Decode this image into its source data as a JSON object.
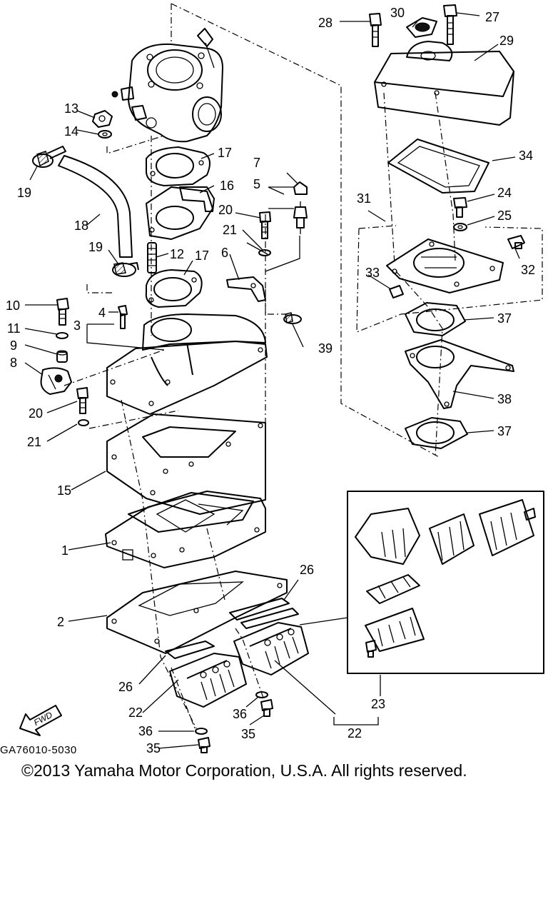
{
  "diagram": {
    "code": "GA76010-5030",
    "copyright": "©2013 Yamaha Motor Corporation, U.S.A. All rights reserved.",
    "fwd_label": "FWD",
    "callouts": [
      {
        "id": "c1",
        "label": "1"
      },
      {
        "id": "c2",
        "label": "2"
      },
      {
        "id": "c3",
        "label": "3"
      },
      {
        "id": "c4",
        "label": "4"
      },
      {
        "id": "c5",
        "label": "5"
      },
      {
        "id": "c6",
        "label": "6"
      },
      {
        "id": "c7",
        "label": "7"
      },
      {
        "id": "c8",
        "label": "8"
      },
      {
        "id": "c9",
        "label": "9"
      },
      {
        "id": "c10",
        "label": "10"
      },
      {
        "id": "c11",
        "label": "11"
      },
      {
        "id": "c12",
        "label": "12"
      },
      {
        "id": "c13",
        "label": "13"
      },
      {
        "id": "c14",
        "label": "14"
      },
      {
        "id": "c15",
        "label": "15"
      },
      {
        "id": "c16",
        "label": "16"
      },
      {
        "id": "c17a",
        "label": "17"
      },
      {
        "id": "c17b",
        "label": "17"
      },
      {
        "id": "c18",
        "label": "18"
      },
      {
        "id": "c19a",
        "label": "19"
      },
      {
        "id": "c19b",
        "label": "19"
      },
      {
        "id": "c20a",
        "label": "20"
      },
      {
        "id": "c20b",
        "label": "20"
      },
      {
        "id": "c21a",
        "label": "21"
      },
      {
        "id": "c21b",
        "label": "21"
      },
      {
        "id": "c22a",
        "label": "22"
      },
      {
        "id": "c22b",
        "label": "22"
      },
      {
        "id": "c23",
        "label": "23"
      },
      {
        "id": "c24",
        "label": "24"
      },
      {
        "id": "c25",
        "label": "25"
      },
      {
        "id": "c26a",
        "label": "26"
      },
      {
        "id": "c26b",
        "label": "26"
      },
      {
        "id": "c27",
        "label": "27"
      },
      {
        "id": "c28",
        "label": "28"
      },
      {
        "id": "c29",
        "label": "29"
      },
      {
        "id": "c30",
        "label": "30"
      },
      {
        "id": "c31",
        "label": "31"
      },
      {
        "id": "c32",
        "label": "32"
      },
      {
        "id": "c33",
        "label": "33"
      },
      {
        "id": "c34",
        "label": "34"
      },
      {
        "id": "c35a",
        "label": "35"
      },
      {
        "id": "c35b",
        "label": "35"
      },
      {
        "id": "c36a",
        "label": "36"
      },
      {
        "id": "c36b",
        "label": "36"
      },
      {
        "id": "c37a",
        "label": "37"
      },
      {
        "id": "c37b",
        "label": "37"
      },
      {
        "id": "c38",
        "label": "38"
      },
      {
        "id": "c39",
        "label": "39"
      }
    ]
  }
}
